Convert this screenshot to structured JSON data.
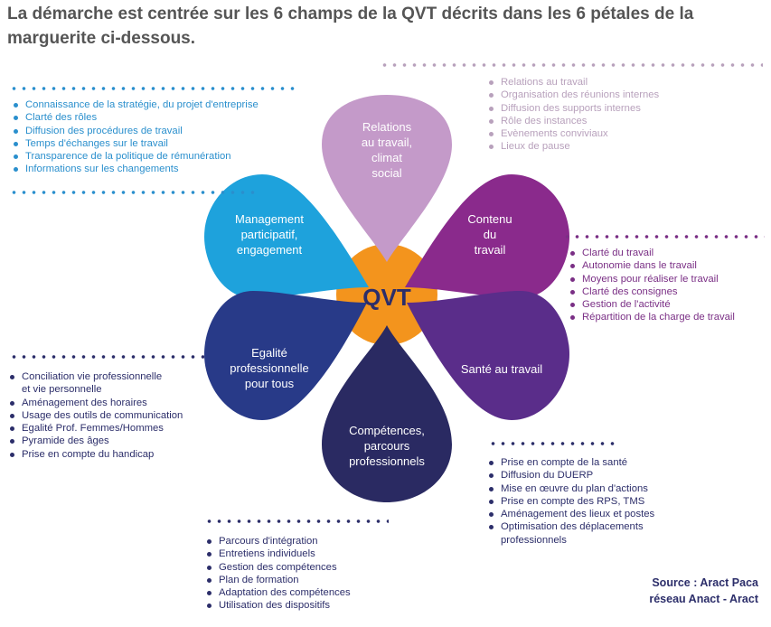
{
  "heading": "La démarche est centrée sur les 6 champs de la QVT décrits dans les 6 pétales de la marguerite ci-dessous.",
  "center": "QVT",
  "colors": {
    "relations": "#c49ac9",
    "contenu": "#8a2a8c",
    "sante": "#5a2d8a",
    "competences": "#2a2a62",
    "egalite": "#283a88",
    "management": "#1ea2dc",
    "center": "#f3941d",
    "list_blue": "#2a8fcd",
    "list_purple": "#7a2f85",
    "list_lilac": "#b8a1bc",
    "list_navy": "#2c2e6a"
  },
  "petals": {
    "relations": {
      "label": "Relations\nau travail,\nclimat\nsocial"
    },
    "contenu": {
      "label": "Contenu\ndu\ntravail"
    },
    "sante": {
      "label": "Santé au travail"
    },
    "competences": {
      "label": "Compétences,\nparcours\nprofessionnels"
    },
    "egalite": {
      "label": "Egalité\nprofessionnelle\npour tous"
    },
    "management": {
      "label": "Management\nparticipatif,\nengagement"
    }
  },
  "lists": {
    "management": [
      "Connaissance de la stratégie, du projet d'entreprise",
      "Clarté des rôles",
      "Diffusion des procédures de travail",
      "Temps d'échanges sur le travail",
      "Transparence de la politique de rémunération",
      "Informations sur les changements"
    ],
    "relations": [
      "Relations au travail",
      "Organisation des réunions internes",
      "Diffusion des supports internes",
      "Rôle des instances",
      "Evènements conviviaux",
      "Lieux de pause"
    ],
    "contenu": [
      "Clarté du travail",
      "Autonomie dans le travail",
      "Moyens pour réaliser le travail",
      "Clarté des consignes",
      "Gestion de l'activité",
      "Répartition de la charge de travail"
    ],
    "egalite": [
      "Conciliation vie professionnelle\net vie personnelle",
      "Aménagement des horaires",
      "Usage des outils de communication",
      "Egalité Prof. Femmes/Hommes",
      "Pyramide des âges",
      "Prise en compte du handicap"
    ],
    "sante": [
      "Prise en compte de la santé",
      "Diffusion du DUERP",
      "Mise en œuvre du plan d'actions",
      "Prise en compte des RPS, TMS",
      "Aménagement des lieux et postes",
      "Optimisation des déplacements\nprofessionnels"
    ],
    "competences": [
      "Parcours d'intégration",
      "Entretiens individuels",
      "Gestion des compétences",
      "Plan de formation",
      "Adaptation des compétences",
      "Utilisation des dispositifs"
    ]
  },
  "source": {
    "line1": "Source : Aract Paca",
    "line2": "réseau Anact - Aract"
  }
}
